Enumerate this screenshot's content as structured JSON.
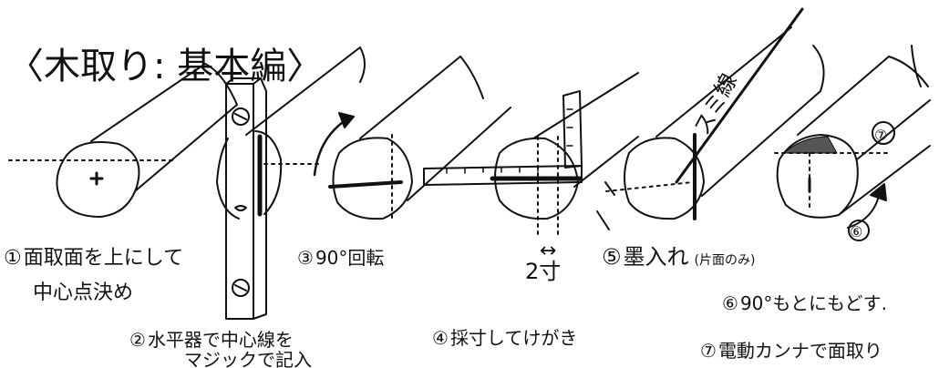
{
  "title": "〈木取り: 基本編〉",
  "steps": [
    {
      "num": "①",
      "line1": "面取面を上にして",
      "line2": "中心点決め"
    },
    {
      "num": "②",
      "line1": "水平器で中心線を",
      "line2": "マジックで記入"
    },
    {
      "num": "③",
      "line1": "90°回転"
    },
    {
      "num": "④",
      "line1": "採寸してけがき"
    },
    {
      "num": "⑤",
      "line1": "墨入れ",
      "note": "(片面のみ)"
    },
    {
      "num": "⑥",
      "line1": "90°もとにもどす."
    },
    {
      "num": "⑦",
      "line1": "電動カンナで面取り"
    }
  ],
  "labels": {
    "sumi_line": "スミ線",
    "measure": "2寸",
    "arrow_measure": "↔",
    "circle7": "⑦",
    "circle6": "⑥"
  },
  "colors": {
    "ink": "#111111",
    "paper": "#ffffff"
  }
}
